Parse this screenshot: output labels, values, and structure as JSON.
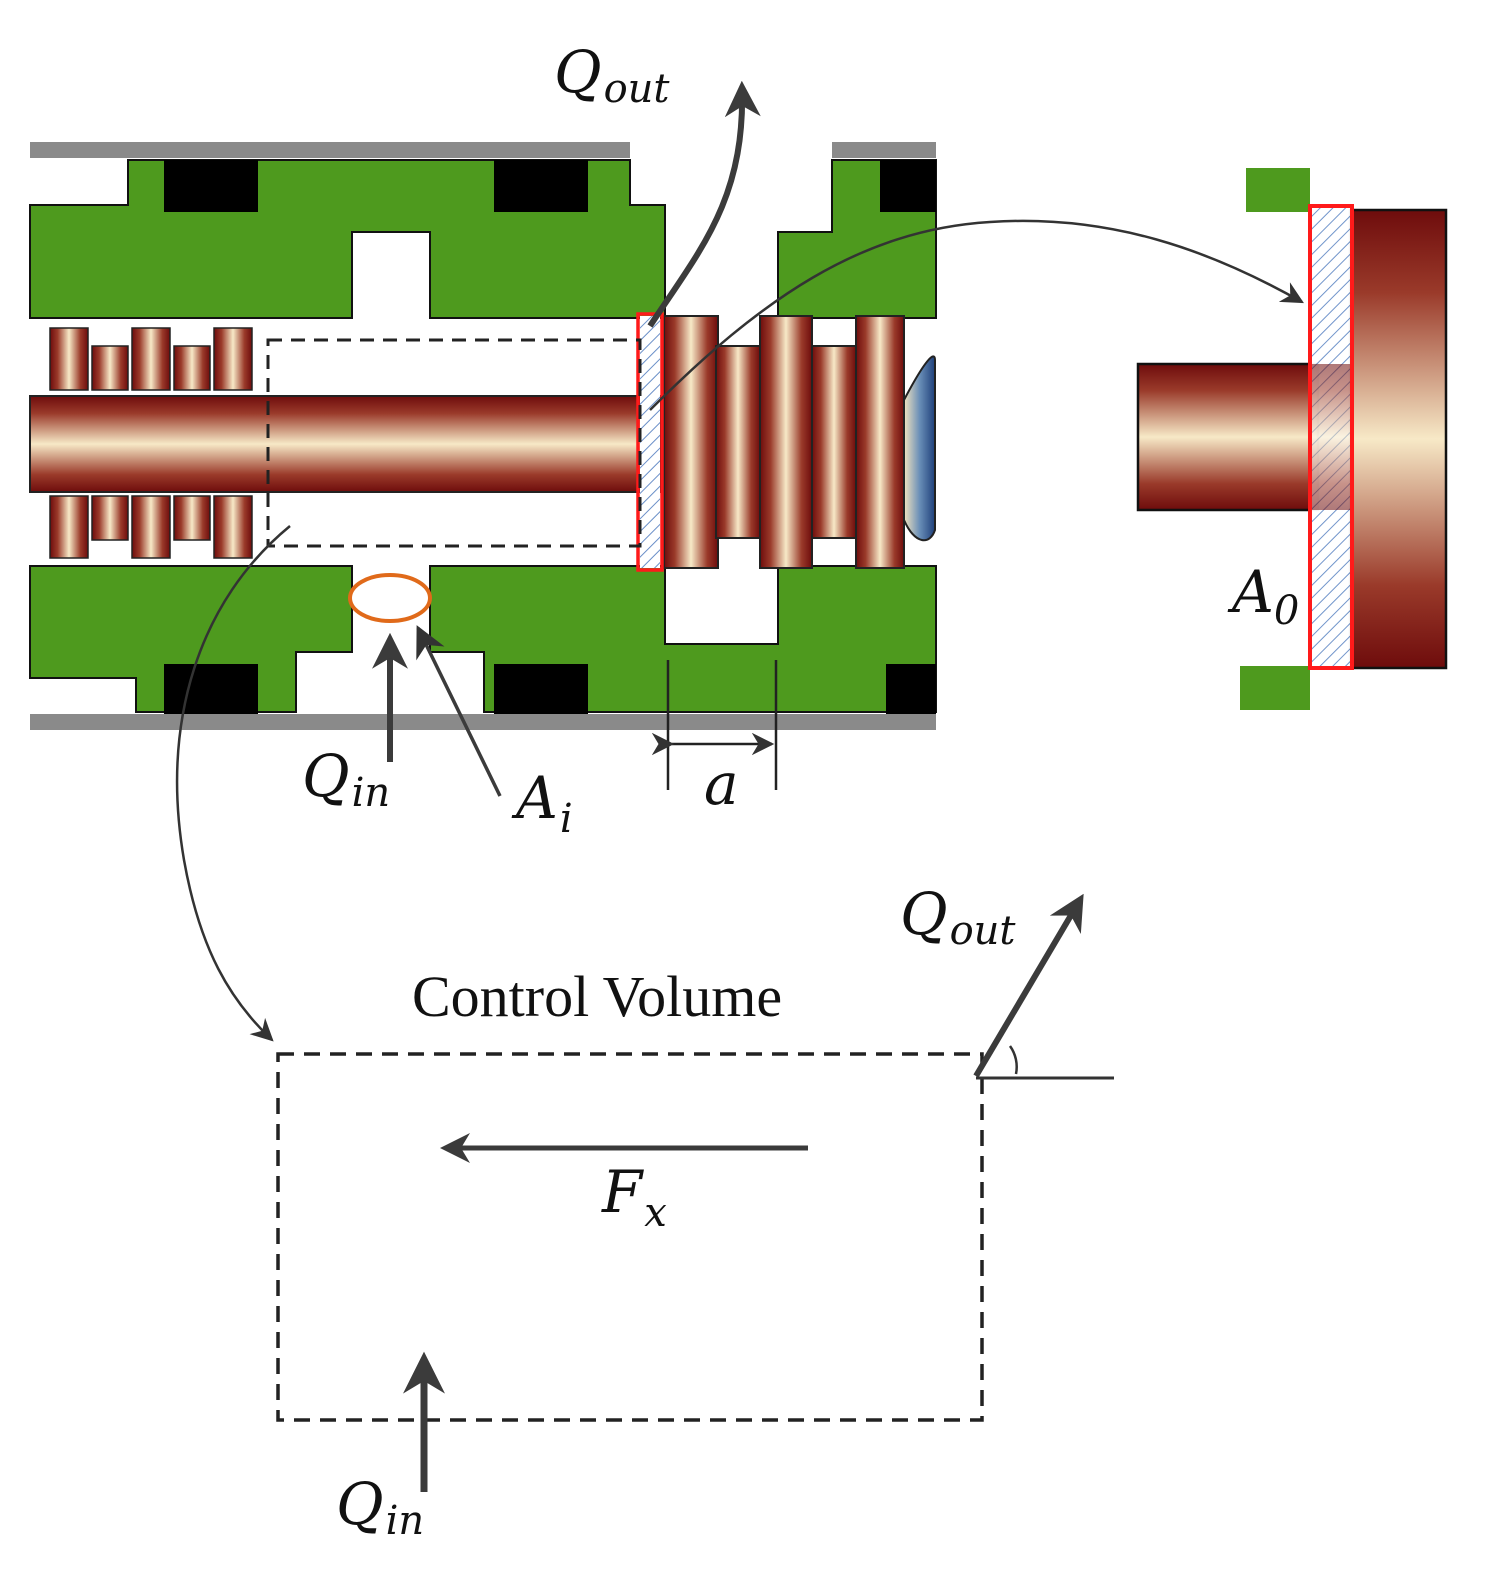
{
  "labels": {
    "q_out_top": {
      "sym": "Q",
      "sub": "out"
    },
    "q_in_top": {
      "sym": "Q",
      "sub": "in"
    },
    "a_i": {
      "sym": "A",
      "sub": "i"
    },
    "gap_a": "a",
    "a_0": {
      "sym": "A",
      "sub": "0"
    },
    "control_volume": "Control Volume",
    "q_out_cv": {
      "sym": "Q",
      "sub": "out"
    },
    "f_x": {
      "sym": "F",
      "sub": "x"
    },
    "q_in_cv": {
      "sym": "Q",
      "sub": "in"
    }
  },
  "colors": {
    "housing_green": "#4e9a1e",
    "seal_black": "#000000",
    "sleeve_gray": "#8a8a8a",
    "highlight_red": "#ff1a1a",
    "orifice_orange": "#e06a1a",
    "spool_dark": "#6e0c0c",
    "spool_light": "#f7e9c7",
    "arrow_gray": "#3b3b3b"
  },
  "icons": [
    "flow-arrow",
    "curved-pointer-arrow",
    "force-arrow",
    "dimension-arrow"
  ]
}
